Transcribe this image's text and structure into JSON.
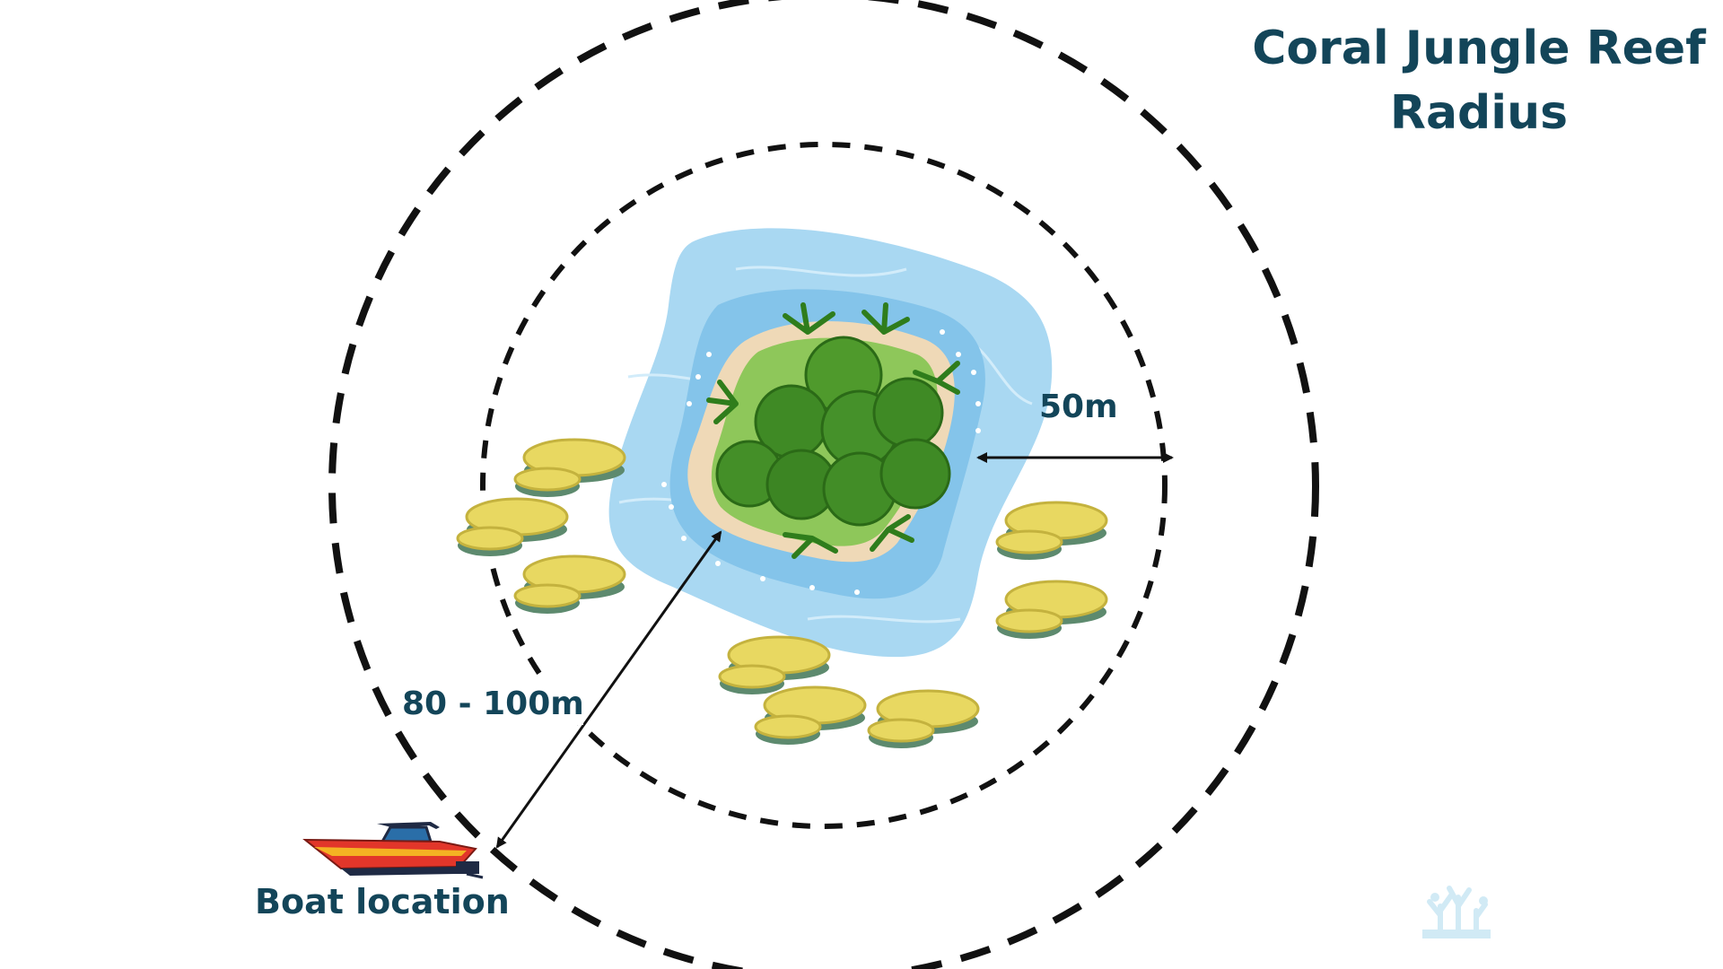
{
  "title": {
    "line1": "Coral Jungle Reef",
    "line2": "Radius"
  },
  "labels": {
    "inner_radius": "50m",
    "outer_radius": "80 - 100m",
    "boat": "Boat location"
  },
  "colors": {
    "text": "#134559",
    "water_outer": "#a9d8f2",
    "water_inner": "#84c4ea",
    "sand": "#efd9b7",
    "grass": "#8ec75a",
    "tree": "#3f8a25",
    "coral": "#e8d861",
    "coral_base": "#5d8a6e",
    "boat_hull": "#e2362a",
    "boat_stripe": "#f4b223"
  },
  "icons": {
    "boat": "speedboat-icon",
    "island": "tropical-island-icon",
    "coral": "coral-reef-icon",
    "watermark": "coral-watermark-icon"
  }
}
